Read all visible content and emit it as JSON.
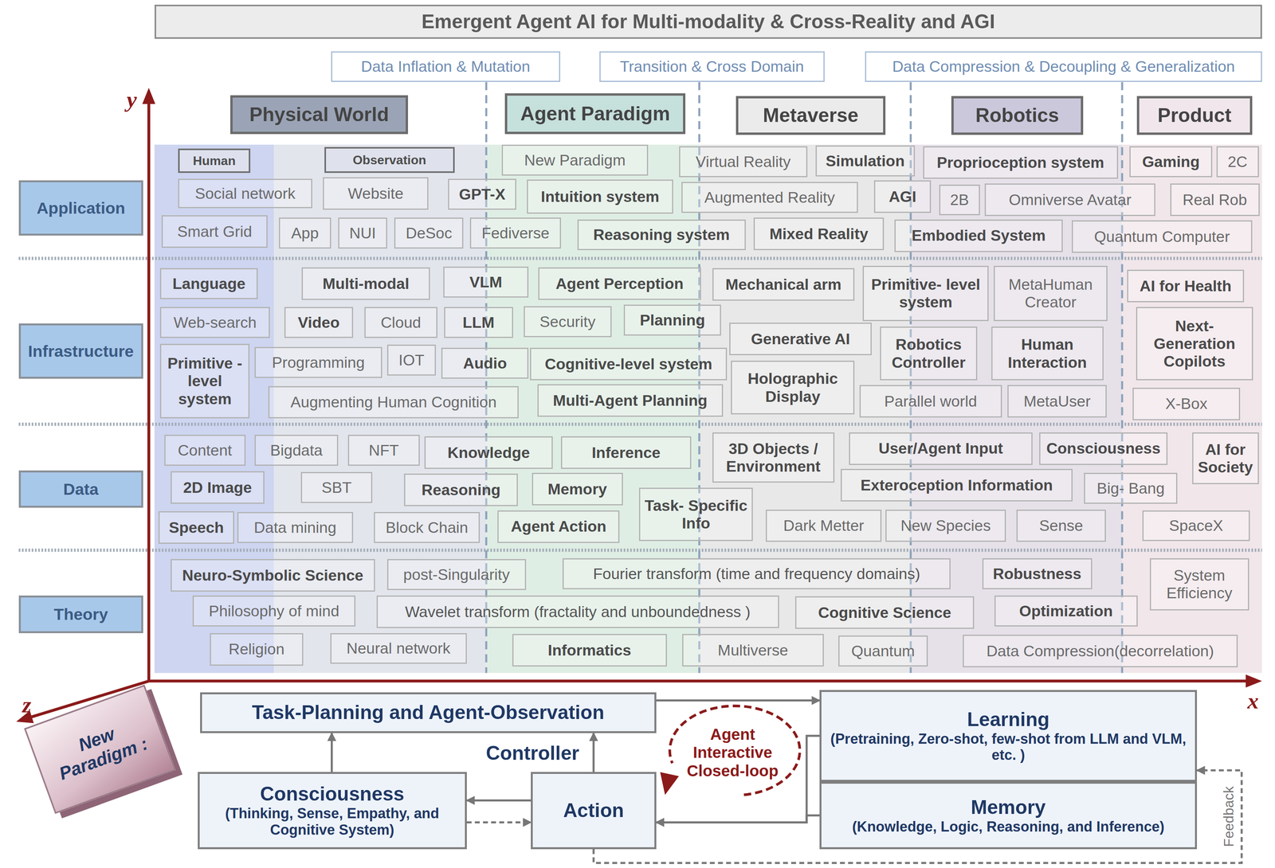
{
  "diagram": {
    "title": "Emergent Agent AI for Multi-modality & Cross-Reality and AGI",
    "nodes": [
      {
        "text": [
          "Data Inflation & Mutation"
        ]
      },
      {
        "text": [
          "Transition & Cross Domain"
        ]
      },
      {
        "text": [
          "Data Compression & Decoupling & Generalization"
        ]
      },
      {
        "text": [
          "Physical World"
        ]
      },
      {
        "text": [
          "Agent Paradigm"
        ]
      },
      {
        "text": [
          "Metaverse"
        ]
      },
      {
        "text": [
          "Robotics"
        ]
      },
      {
        "text": [
          "Product"
        ]
      },
      {
        "text": [
          "Application"
        ]
      },
      {
        "text": [
          "Infrastructure"
        ]
      },
      {
        "text": [
          "Data"
        ]
      },
      {
        "text": [
          "Theory"
        ]
      },
      {
        "text": [
          "Human"
        ]
      },
      {
        "text": [
          "Observation"
        ]
      },
      {
        "text": [
          "Social network"
        ]
      },
      {
        "text": [
          "Website"
        ]
      },
      {
        "text": [
          "GPT-X"
        ]
      },
      {
        "text": [
          "Smart Grid"
        ]
      },
      {
        "text": [
          "App"
        ]
      },
      {
        "text": [
          "NUI"
        ]
      },
      {
        "text": [
          "DeSoc"
        ]
      },
      {
        "text": [
          "New Paradigm"
        ]
      },
      {
        "text": [
          "Fediverse"
        ]
      },
      {
        "text": [
          "Intuition system"
        ]
      },
      {
        "text": [
          "Reasoning system"
        ]
      },
      {
        "text": [
          "Virtual Reality"
        ]
      },
      {
        "text": [
          "Simulation"
        ]
      },
      {
        "text": [
          "Augmented Reality"
        ]
      },
      {
        "text": [
          "AGI"
        ]
      },
      {
        "text": [
          "Mixed Reality"
        ]
      },
      {
        "text": [
          "Proprioception system"
        ]
      },
      {
        "text": [
          "2B"
        ]
      },
      {
        "text": [
          "Omniverse Avatar"
        ]
      },
      {
        "text": [
          "Embodied System"
        ]
      },
      {
        "text": [
          "Gaming"
        ]
      },
      {
        "text": [
          "2C"
        ]
      },
      {
        "text": [
          "Real Rob"
        ]
      },
      {
        "text": [
          "Quantum Computer"
        ]
      },
      {
        "text": [
          "Language"
        ]
      },
      {
        "text": [
          "Multi-modal"
        ]
      },
      {
        "text": [
          "VLM"
        ]
      },
      {
        "text": [
          "Agent Perception"
        ]
      },
      {
        "text": [
          "Mechanical arm"
        ]
      },
      {
        "text": [
          "Primitive- level system"
        ]
      },
      {
        "text": [
          "MetaHuman Creator"
        ]
      },
      {
        "text": [
          "AI for Health"
        ]
      },
      {
        "text": [
          "Web-search"
        ]
      },
      {
        "text": [
          "Video"
        ]
      },
      {
        "text": [
          "Cloud"
        ]
      },
      {
        "text": [
          "LLM"
        ]
      },
      {
        "text": [
          "Security"
        ]
      },
      {
        "text": [
          "Planning"
        ]
      },
      {
        "text": [
          "Generative AI"
        ]
      },
      {
        "text": [
          "Robotics Controller"
        ]
      },
      {
        "text": [
          "Human Interaction"
        ]
      },
      {
        "text": [
          "Next- Generation Copilots"
        ]
      },
      {
        "text": [
          "Primitive -level system"
        ]
      },
      {
        "text": [
          "Programming"
        ]
      },
      {
        "text": [
          "IOT"
        ]
      },
      {
        "text": [
          "Audio"
        ]
      },
      {
        "text": [
          "Cognitive-level system"
        ]
      },
      {
        "text": [
          "Holographic Display"
        ]
      },
      {
        "text": [
          "Augmenting Human Cognition"
        ]
      },
      {
        "text": [
          "Multi-Agent Planning"
        ]
      },
      {
        "text": [
          "Parallel world"
        ]
      },
      {
        "text": [
          "MetaUser"
        ]
      },
      {
        "text": [
          "X-Box"
        ]
      },
      {
        "text": [
          "Content"
        ]
      },
      {
        "text": [
          "Bigdata"
        ]
      },
      {
        "text": [
          "NFT"
        ]
      },
      {
        "text": [
          "Knowledge"
        ]
      },
      {
        "text": [
          "Inference"
        ]
      },
      {
        "text": [
          "3D Objects / Environment"
        ]
      },
      {
        "text": [
          "User/Agent Input"
        ]
      },
      {
        "text": [
          "Consciousness"
        ]
      },
      {
        "text": [
          "AI for Society"
        ]
      },
      {
        "text": [
          "2D Image"
        ]
      },
      {
        "text": [
          "SBT"
        ]
      },
      {
        "text": [
          "Reasoning"
        ]
      },
      {
        "text": [
          "Memory"
        ]
      },
      {
        "text": [
          "Task- Specific Info"
        ]
      },
      {
        "text": [
          "Exteroception Information"
        ]
      },
      {
        "text": [
          "Big- Bang"
        ]
      },
      {
        "text": [
          "Speech"
        ]
      },
      {
        "text": [
          "Data mining"
        ]
      },
      {
        "text": [
          "Block Chain"
        ]
      },
      {
        "text": [
          "Agent Action"
        ]
      },
      {
        "text": [
          "Dark Metter"
        ]
      },
      {
        "text": [
          "New Species"
        ]
      },
      {
        "text": [
          "Sense"
        ]
      },
      {
        "text": [
          "SpaceX"
        ]
      },
      {
        "text": [
          "Neuro-Symbolic Science"
        ]
      },
      {
        "text": [
          "post-Singularity"
        ]
      },
      {
        "text": [
          "Fourier transform (time and frequency domains)"
        ]
      },
      {
        "text": [
          "Robustness"
        ]
      },
      {
        "text": [
          "System Efficiency"
        ]
      },
      {
        "text": [
          "Philosophy of mind"
        ]
      },
      {
        "text": [
          "Wavelet transform (fractality and unboundedness )"
        ]
      },
      {
        "text": [
          "Cognitive Science"
        ]
      },
      {
        "text": [
          "Optimization"
        ]
      },
      {
        "text": [
          "Religion"
        ]
      },
      {
        "text": [
          "Neural network"
        ]
      },
      {
        "text": [
          "Informatics"
        ]
      },
      {
        "text": [
          "Multiverse"
        ]
      },
      {
        "text": [
          "Quantum"
        ]
      },
      {
        "text": [
          "Data Compression(decorrelation)"
        ]
      },
      {
        "text": [
          "New Paradigm :"
        ]
      },
      {
        "text": [
          "Task-Planning and Agent-Observation"
        ]
      },
      {
        "text": [
          "Consciousness",
          "(Thinking, Sense, Empathy, and Cognitive System)"
        ]
      },
      {
        "text": [
          "Action"
        ]
      },
      {
        "text": [
          "Agent Interactive Closed-loop"
        ]
      },
      {
        "text": [
          "Learning",
          "(Pretraining, Zero-shot, few-shot from LLM and VLM, etc. )"
        ]
      },
      {
        "text": [
          "Memory",
          "(Knowledge, Logic, Reasoning, and Inference)"
        ]
      }
    ],
    "edges": [
      {
        "from": 108,
        "to": 107,
        "arrow": "to"
      },
      {
        "from": 109,
        "to": 107,
        "arrow": "to"
      },
      {
        "from": 109,
        "to": 108,
        "arrow": "to"
      },
      {
        "from": 108,
        "to": 109,
        "arrow": "to"
      },
      {
        "from": 107,
        "to": 111,
        "arrow": "to"
      },
      {
        "from": 111,
        "to": 109,
        "arrow": "to"
      },
      {
        "from": 112,
        "to": 109,
        "arrow": "to"
      },
      {
        "from": 109,
        "to": 111,
        "label": "Feedback",
        "arrow": "to"
      }
    ],
    "labels": [
      "y",
      "x",
      "z",
      "Controller"
    ]
  }
}
